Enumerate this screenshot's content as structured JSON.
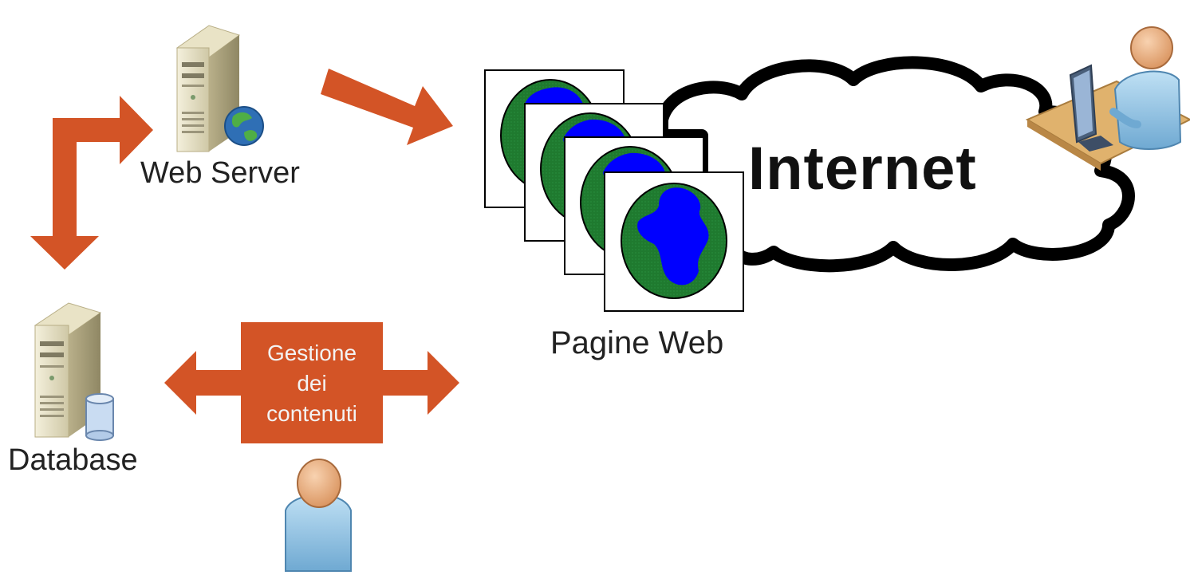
{
  "labels": {
    "web_server": "Web Server",
    "database": "Database",
    "pagine_web": "Pagine Web",
    "internet": "Internet"
  },
  "content_management": {
    "line1": "Gestione",
    "line2": "dei",
    "line3": "contenuti"
  },
  "colors": {
    "arrow": "#d35426",
    "globe_land": "#0000ff",
    "globe_sea": "#1f7a2f",
    "cloud_outline": "#000000"
  },
  "icons": [
    "web-server-icon",
    "database-server-icon",
    "globe-icon",
    "cloud-icon",
    "user-at-desk-icon",
    "content-manager-user-icon"
  ]
}
